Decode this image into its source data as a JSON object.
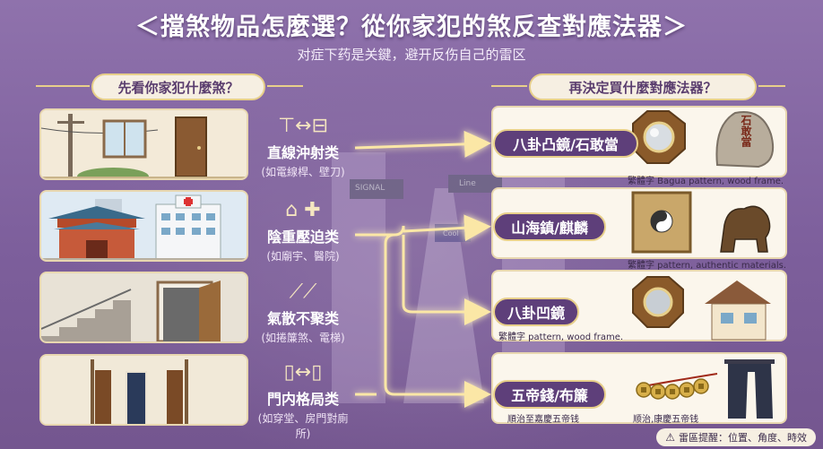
{
  "title": "＜擋煞物品怎麼選？從你家犯的煞反查對應法器＞",
  "subtitle": "对症下药是关鍵，避开反伤自己的雷区",
  "left_header": "先看你家犯什麼煞？",
  "right_header": "再決定買什麼對應法器？",
  "street_signs": [
    "SIGNAL",
    "Line",
    "Cool"
  ],
  "problems": [
    {
      "name": "直線沖射类",
      "example": "(如電線桿、壁刀)",
      "icon": "pole-corner-icon"
    },
    {
      "name": "陰重壓迫类",
      "example": "(如廟宇、醫院)",
      "icon": "temple-hospital-icon"
    },
    {
      "name": "氣散不聚类",
      "example": "(如捲簾煞、電梯)",
      "icon": "stairs-icon"
    },
    {
      "name": "門内格局类",
      "example": "(如穿堂、房門對廁所)",
      "icon": "doors-icon"
    }
  ],
  "remedies": [
    {
      "name": "八卦凸鏡/石敢當",
      "caption": "繁體字 Bagua pattern, wood frame.",
      "stone_text": "石敢當"
    },
    {
      "name": "山海鎮/麒麟",
      "caption": "繁體字 pattern, authentic materials."
    },
    {
      "name": "八卦凹鏡",
      "caption": "繁體字 pattern, wood frame."
    },
    {
      "name": "五帝錢/布簾",
      "caption_left": "順治至嘉慶五帝钱",
      "caption_right": "顺治,康慶五帝钱"
    }
  ],
  "warning": "雷區提醒：位置、角度、時效",
  "colors": {
    "background": "#8466a2",
    "card": "#fbf6ec",
    "gold": "#e7cf8a",
    "pill_dark": "#5e3f7a"
  }
}
